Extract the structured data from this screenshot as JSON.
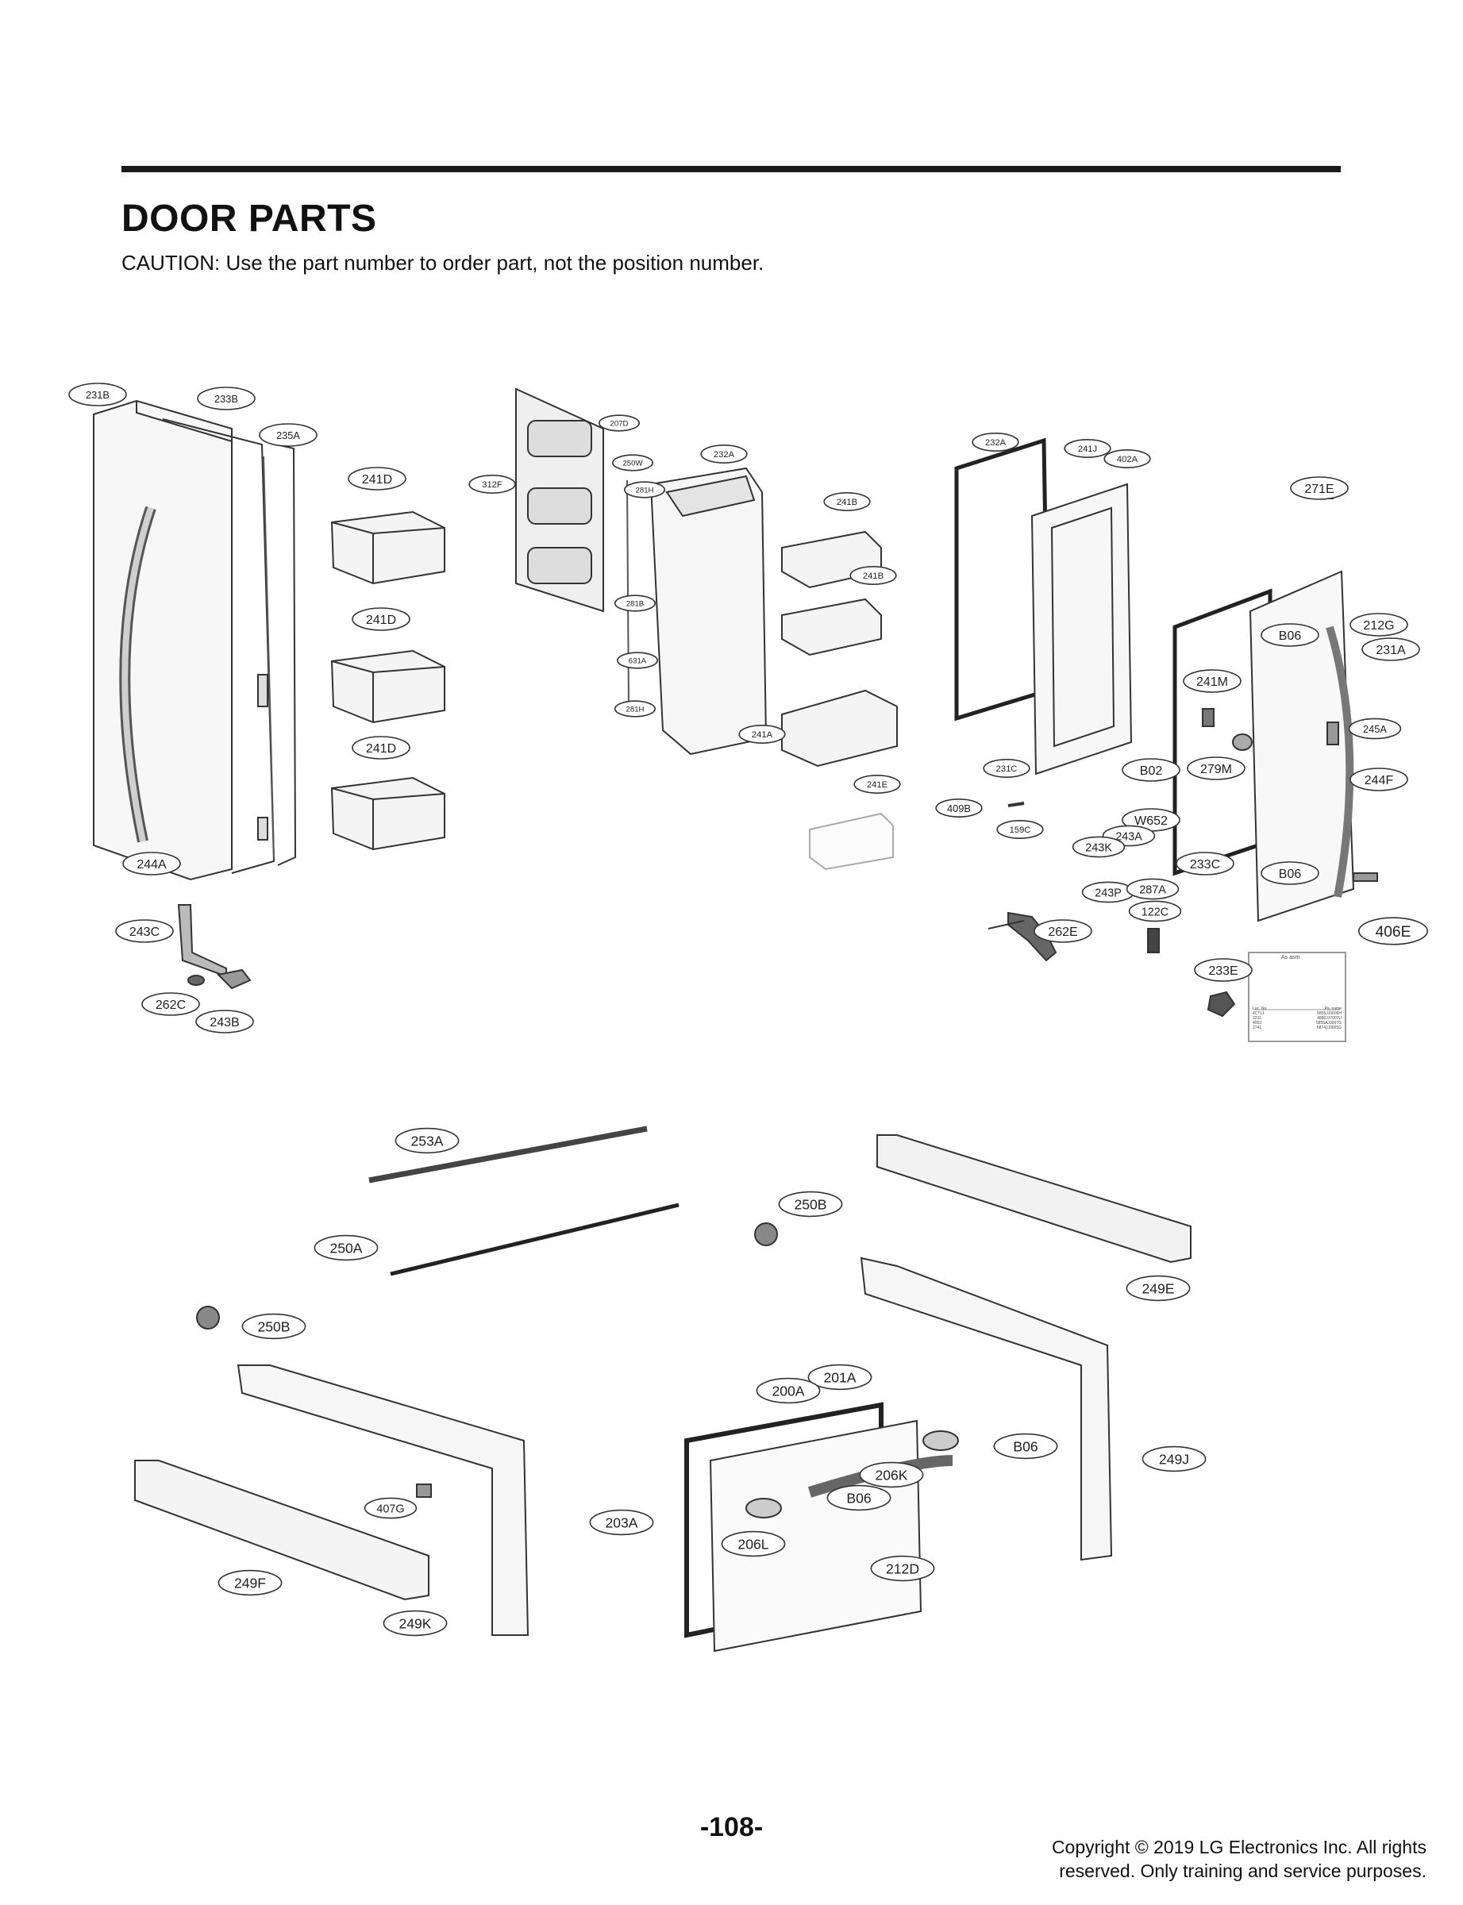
{
  "header": {
    "title": "DOOR PARTS",
    "caution": "CAUTION: Use the part number to order part, not the position number."
  },
  "footer": {
    "page_number": "-108-",
    "copyright_line1": "Copyright © 2019 LG Electronics Inc. All rights",
    "copyright_line2": "reserved. Only training and service purposes."
  },
  "callouts": [
    {
      "id": "c-231B-left",
      "label": "231B"
    },
    {
      "id": "c-233B",
      "label": "233B"
    },
    {
      "id": "c-235A",
      "label": "235A"
    },
    {
      "id": "c-241D-1",
      "label": "241D"
    },
    {
      "id": "c-241D-2",
      "label": "241D"
    },
    {
      "id": "c-241D-3",
      "label": "241D"
    },
    {
      "id": "c-244A",
      "label": "244A"
    },
    {
      "id": "c-243C",
      "label": "243C"
    },
    {
      "id": "c-262C",
      "label": "262C"
    },
    {
      "id": "c-243B",
      "label": "243B"
    },
    {
      "id": "c-312F",
      "label": "312F"
    },
    {
      "id": "c-207D",
      "label": "207D"
    },
    {
      "id": "c-250W",
      "label": "250W"
    },
    {
      "id": "c-232A",
      "label": "232A"
    },
    {
      "id": "c-281H-1",
      "label": "281H"
    },
    {
      "id": "c-281B",
      "label": "281B"
    },
    {
      "id": "c-631A",
      "label": "631A"
    },
    {
      "id": "c-281H-2",
      "label": "281H"
    },
    {
      "id": "c-241B-1",
      "label": "241B"
    },
    {
      "id": "c-241B-2",
      "label": "241B"
    },
    {
      "id": "c-241A",
      "label": "241A"
    },
    {
      "id": "c-241E",
      "label": "241E"
    },
    {
      "id": "c-232A-right",
      "label": "232A"
    },
    {
      "id": "c-241J",
      "label": "241J"
    },
    {
      "id": "c-402A",
      "label": "402A"
    },
    {
      "id": "c-271E",
      "label": "271E"
    },
    {
      "id": "c-B06-top",
      "label": "B06"
    },
    {
      "id": "c-212G",
      "label": "212G"
    },
    {
      "id": "c-231A",
      "label": "231A"
    },
    {
      "id": "c-241M",
      "label": "241M"
    },
    {
      "id": "c-245A",
      "label": "245A"
    },
    {
      "id": "c-231C",
      "label": "231C"
    },
    {
      "id": "c-B02",
      "label": "B02"
    },
    {
      "id": "c-279M",
      "label": "279M"
    },
    {
      "id": "c-244F",
      "label": "244F"
    },
    {
      "id": "c-409B",
      "label": "409B"
    },
    {
      "id": "c-159C",
      "label": "159C"
    },
    {
      "id": "c-W652",
      "label": "W652"
    },
    {
      "id": "c-243A",
      "label": "243A"
    },
    {
      "id": "c-243K",
      "label": "243K"
    },
    {
      "id": "c-233C",
      "label": "233C"
    },
    {
      "id": "c-B06-mid",
      "label": "B06"
    },
    {
      "id": "c-243P",
      "label": "243P"
    },
    {
      "id": "c-287A",
      "label": "287A"
    },
    {
      "id": "c-122C",
      "label": "122C"
    },
    {
      "id": "c-262E",
      "label": "262E"
    },
    {
      "id": "c-406E",
      "label": "406E"
    },
    {
      "id": "c-233E",
      "label": "233E"
    },
    {
      "id": "c-253A",
      "label": "253A"
    },
    {
      "id": "c-250B-top",
      "label": "250B"
    },
    {
      "id": "c-250A",
      "label": "250A"
    },
    {
      "id": "c-249E",
      "label": "249E"
    },
    {
      "id": "c-250B-left",
      "label": "250B"
    },
    {
      "id": "c-201A",
      "label": "201A"
    },
    {
      "id": "c-200A",
      "label": "200A"
    },
    {
      "id": "c-B06-drawer",
      "label": "B06"
    },
    {
      "id": "c-206K",
      "label": "206K"
    },
    {
      "id": "c-249J",
      "label": "249J"
    },
    {
      "id": "c-407G",
      "label": "407G"
    },
    {
      "id": "c-B06-handle",
      "label": "B06"
    },
    {
      "id": "c-203A",
      "label": "203A"
    },
    {
      "id": "c-206L",
      "label": "206L"
    },
    {
      "id": "c-212D",
      "label": "212D"
    },
    {
      "id": "c-249F",
      "label": "249F"
    },
    {
      "id": "c-249K",
      "label": "249K"
    }
  ],
  "inset_table": {
    "title": "As asm",
    "header": [
      "Loc. No.",
      "Pa. name"
    ],
    "rows": [
      [
        "4CTL1",
        "5855JJ3006H"
      ],
      [
        "2231",
        "4880JJ7007U"
      ],
      [
        "4003",
        "5855AJ3007G"
      ],
      [
        "2741",
        "5874JJ3005G"
      ]
    ]
  }
}
